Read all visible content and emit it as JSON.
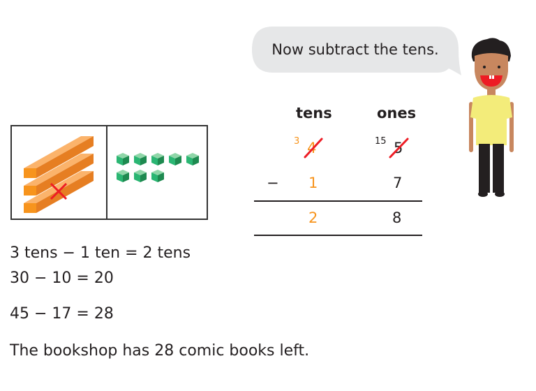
{
  "speech_bubble": {
    "text": "Now subtract the tens."
  },
  "place_value_table": {
    "headers": {
      "tens": "tens",
      "ones": "ones"
    },
    "top_row": {
      "tens_regrouped": "3",
      "tens_original": "4",
      "ones_regrouped": "15",
      "ones_original": "5"
    },
    "subtract_row": {
      "operator": "−",
      "tens": "1",
      "ones": "7"
    },
    "result_row": {
      "tens": "2",
      "ones": "8"
    }
  },
  "base_ten_model": {
    "tens_rods": 3,
    "tens_crossed_out": 1,
    "ones_cubes": 8
  },
  "working": {
    "line1": "3 tens − 1 ten = 2 tens",
    "line2": "30 − 10 = 20",
    "line3": "45 − 17 = 28",
    "conclusion": "The bookshop has 28 comic books left."
  },
  "colors": {
    "orange": "#f7941d",
    "red_strike": "#ed1c24",
    "green_cube": "#2bb673",
    "bubble": "#e6e7e8"
  }
}
